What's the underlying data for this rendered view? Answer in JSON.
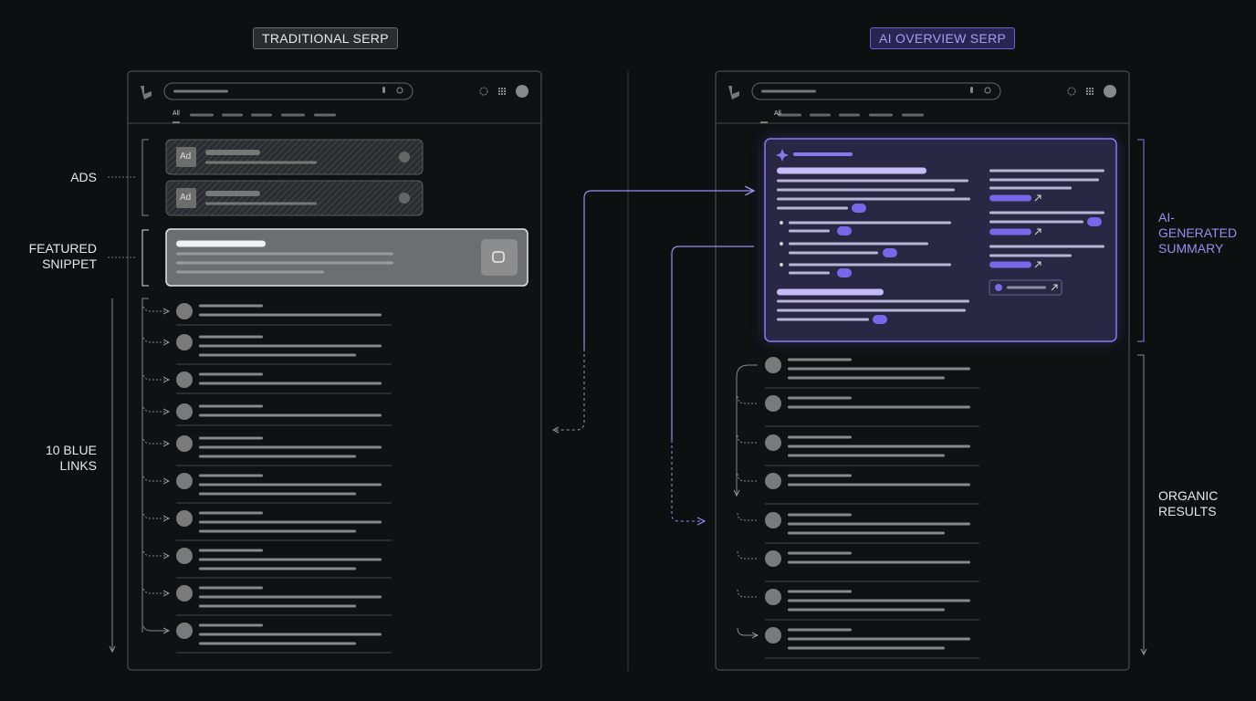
{
  "headers": {
    "traditional": "TRADITIONAL SERP",
    "ai_overview": "AI OVERVIEW SERP"
  },
  "left_labels": {
    "ads": "ADS",
    "featured_line1": "FEATURED",
    "featured_line2": "SNIPPET",
    "links_line1": "10 BLUE",
    "links_line2": "LINKS"
  },
  "right_labels": {
    "ai_line1": "AI-",
    "ai_line2": "GENERATED",
    "ai_line3": "SUMMARY",
    "organic_line1": "ORGANIC",
    "organic_line2": "RESULTS"
  },
  "ad_badge": "Ad",
  "tabs": {
    "traditional_first": "All",
    "ai_first": "All"
  },
  "colors": {
    "bg": "#0d0f11",
    "frame": "#55585c",
    "bar": "#8a8a8a",
    "accent": "#8b78f0",
    "ai_panel": "#2b2848"
  },
  "icons": [
    "bing-logo-icon",
    "mic-icon",
    "search-icon",
    "settings-icon",
    "apps-grid-icon",
    "avatar",
    "sparkle-icon",
    "external-link-icon",
    "copy-icon"
  ]
}
